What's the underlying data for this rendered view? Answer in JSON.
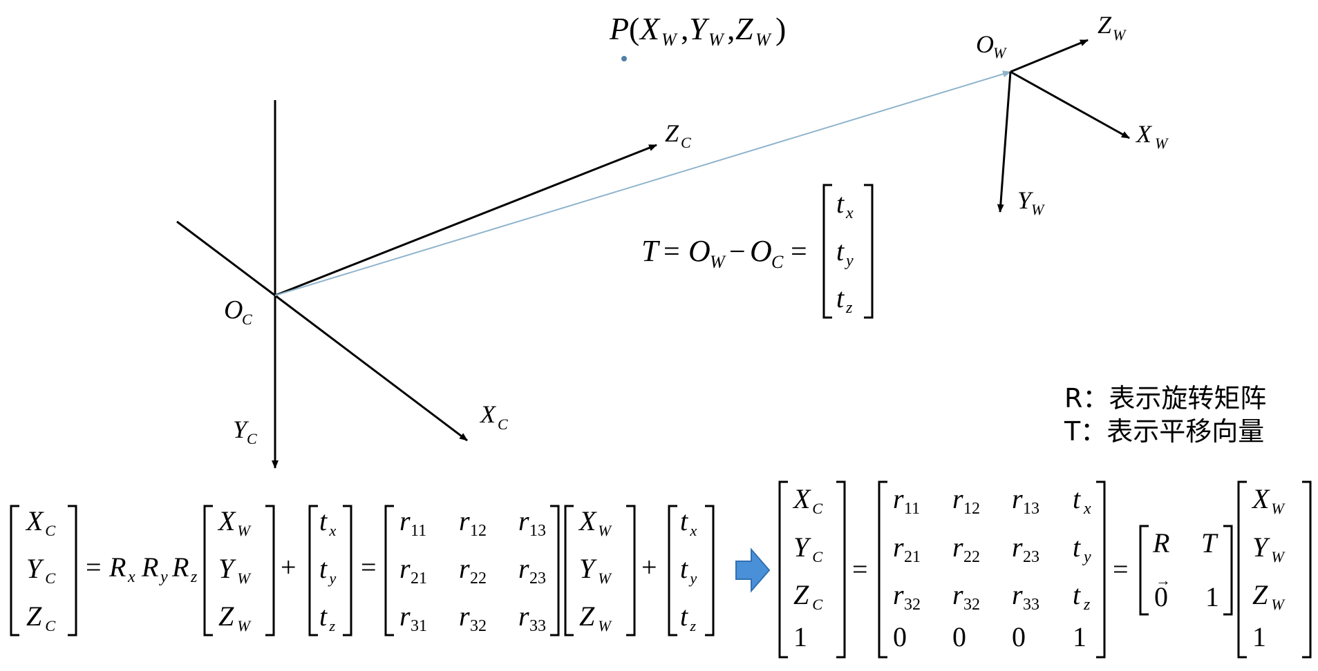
{
  "colors": {
    "ink": "#000000",
    "translation_arrow": "#8fb4cc",
    "point": "#4f7fa8",
    "implies_arrow": "#4a90d9",
    "implies_arrow_stroke": "#2f6fb0"
  },
  "point": {
    "base": "P",
    "open": "(",
    "x": "X",
    "y": "Y",
    "z": "Z",
    "w_sub": "W",
    "comma": ",",
    "close": ")"
  },
  "camera": {
    "origin": "O",
    "origin_sub": "C",
    "z_axis": "Z",
    "x_axis": "X",
    "y_axis": "Y",
    "axis_sub": "C"
  },
  "world": {
    "origin": "O",
    "origin_sub": "W",
    "z_axis": "Z",
    "x_axis": "X",
    "y_axis": "Y",
    "axis_sub": "W"
  },
  "translation": {
    "lhs": "T",
    "eq": "=",
    "a": "O",
    "a_sub": "W",
    "minus": "−",
    "b": "O",
    "b_sub": "C",
    "eq2": "=",
    "t": "t",
    "subs": [
      "x",
      "y",
      "z"
    ]
  },
  "legend": {
    "r_line": "R：表示旋转矩阵",
    "t_line": "T：表示平移向量"
  },
  "eq1": {
    "cam": [
      [
        "X",
        "C"
      ],
      [
        "Y",
        "C"
      ],
      [
        "Z",
        "C"
      ]
    ],
    "eq": "=",
    "rot": [
      [
        "R",
        "x"
      ],
      [
        "R",
        "y"
      ],
      [
        "R",
        "z"
      ]
    ],
    "world": [
      [
        "X",
        "W"
      ],
      [
        "Y",
        "W"
      ],
      [
        "Z",
        "W"
      ]
    ],
    "plus": "+",
    "trans": [
      [
        "t",
        "x"
      ],
      [
        "t",
        "y"
      ],
      [
        "t",
        "z"
      ]
    ],
    "eq2": "=",
    "r": [
      [
        "r",
        "11"
      ],
      [
        "r",
        "12"
      ],
      [
        "r",
        "13"
      ],
      [
        "r",
        "21"
      ],
      [
        "r",
        "22"
      ],
      [
        "r",
        "23"
      ],
      [
        "r",
        "31"
      ],
      [
        "r",
        "32"
      ],
      [
        "r",
        "33"
      ]
    ],
    "world2": [
      [
        "X",
        "W"
      ],
      [
        "Y",
        "W"
      ],
      [
        "Z",
        "W"
      ]
    ],
    "plus2": "+",
    "trans2": [
      [
        "t",
        "x"
      ],
      [
        "t",
        "y"
      ],
      [
        "t",
        "z"
      ]
    ]
  },
  "eq2": {
    "cam": [
      [
        "X",
        "C"
      ],
      [
        "Y",
        "C"
      ],
      [
        "Z",
        "C"
      ],
      [
        "1",
        ""
      ]
    ],
    "eq": "=",
    "m": [
      [
        "r",
        "11"
      ],
      [
        "r",
        "12"
      ],
      [
        "r",
        "13"
      ],
      [
        "t",
        "x"
      ],
      [
        "r",
        "21"
      ],
      [
        "r",
        "22"
      ],
      [
        "r",
        "23"
      ],
      [
        "t",
        "y"
      ],
      [
        "r",
        "32"
      ],
      [
        "r",
        "32"
      ],
      [
        "r",
        "33"
      ],
      [
        "t",
        "z"
      ],
      [
        "0",
        ""
      ],
      [
        "0",
        ""
      ],
      [
        "0",
        ""
      ],
      [
        "1",
        ""
      ]
    ],
    "eq2": "=",
    "block": {
      "r": "R",
      "t": "T",
      "zero": "0",
      "one": "1",
      "vec_arrow": "→"
    },
    "world": [
      [
        "X",
        "W"
      ],
      [
        "Y",
        "W"
      ],
      [
        "Z",
        "W"
      ],
      [
        "1",
        ""
      ]
    ]
  }
}
